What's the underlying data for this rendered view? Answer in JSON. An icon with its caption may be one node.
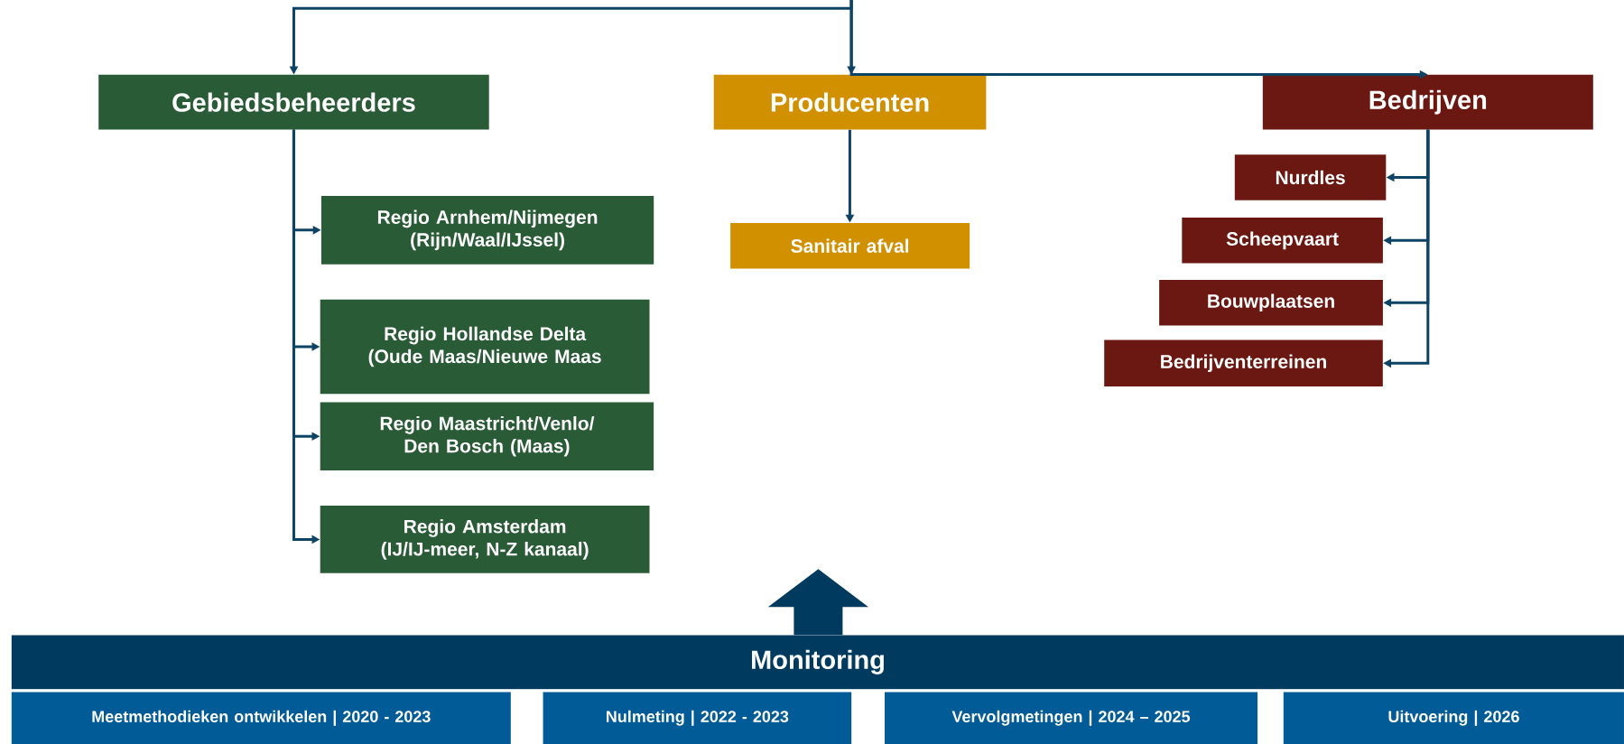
{
  "diagram": {
    "nodes": [
      {
        "text": [
          "Gebiedsbeheerders"
        ]
      },
      {
        "text": [
          "Producenten"
        ]
      },
      {
        "text": [
          "Bedrijven"
        ]
      },
      {
        "text": [
          "Regio Arnhem/Nijmegen (Rijn/Waal/IJssel)"
        ]
      },
      {
        "text": [
          "Regio Hollandse Delta (Oude Maas/Nieuwe Maas"
        ]
      },
      {
        "text": [
          "Regio Maastricht/Venlo/ Den Bosch (Maas)"
        ]
      },
      {
        "text": [
          "Regio Amsterdam (IJ/IJ-meer, N-Z kanaal)"
        ]
      },
      {
        "text": [
          "Sanitair afval"
        ]
      },
      {
        "text": [
          "Nurdles"
        ]
      },
      {
        "text": [
          "Scheepvaart"
        ]
      },
      {
        "text": [
          "Bouwplaatsen"
        ]
      },
      {
        "text": [
          "Bedrijventerreinen"
        ]
      },
      {
        "text": [
          "Monitoring"
        ]
      },
      {
        "text": [
          "Meetmethodieken ontwikkelen | 2020 - 2023"
        ]
      },
      {
        "text": [
          "Nulmeting | 2022 - 2023"
        ]
      },
      {
        "text": [
          "Vervolgmetingen | 2024 – 2025"
        ]
      },
      {
        "text": [
          "Uitvoering | 2026"
        ]
      }
    ],
    "edges": [
      {
        "from": null,
        "to": 0,
        "arrow": "to"
      },
      {
        "from": null,
        "to": 1,
        "arrow": "to"
      },
      {
        "from": null,
        "to": 2,
        "arrow": "to"
      },
      {
        "from": 0,
        "to": 3,
        "arrow": "to"
      },
      {
        "from": 0,
        "to": 4,
        "arrow": "to"
      },
      {
        "from": 0,
        "to": 5,
        "arrow": "to"
      },
      {
        "from": 0,
        "to": 6,
        "arrow": "to"
      },
      {
        "from": 1,
        "to": 7,
        "arrow": "to"
      },
      {
        "from": 2,
        "to": 8,
        "arrow": "to"
      },
      {
        "from": 2,
        "to": 9,
        "arrow": "to"
      },
      {
        "from": 2,
        "to": 10,
        "arrow": "to"
      },
      {
        "from": 2,
        "to": 11,
        "arrow": "to"
      },
      {
        "from": 12,
        "to": null,
        "arrow": "to",
        "style": "thick"
      }
    ]
  }
}
